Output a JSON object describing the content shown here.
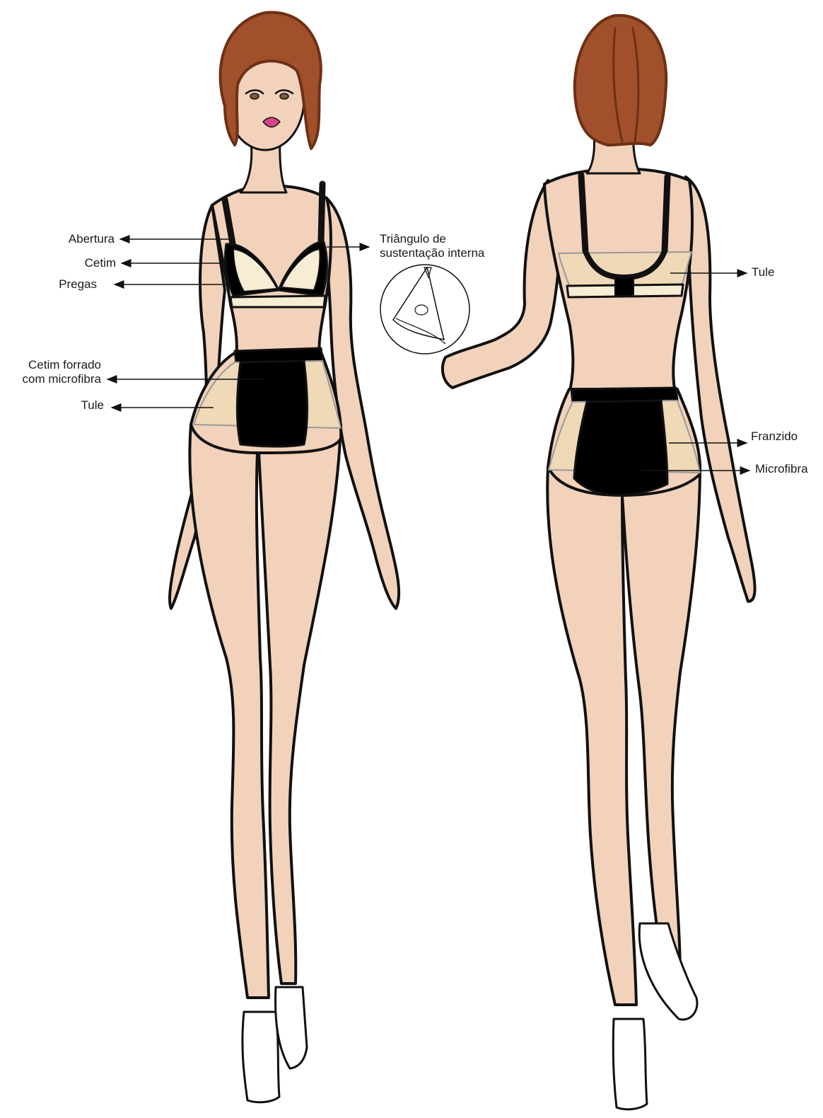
{
  "colors": {
    "skin": "#f2d2bb",
    "skin_shade": "#d9a98c",
    "hair": "#a0502a",
    "hair_dark": "#6e3015",
    "outline": "#111111",
    "satin": "#000000",
    "cream": "#f7ecd4",
    "tulle": "#efd9b7",
    "shoe": "#ffffff",
    "lips": "#d8448a"
  },
  "labels": {
    "front": {
      "abertura": "Abertura",
      "cetim": "Cetim",
      "pregas": "Pregas",
      "cetim_forrado_line1": "Cetim forrado",
      "cetim_forrado_line2": "com microfibra",
      "tule": "Tule"
    },
    "detail": {
      "triangulo_line1": "Triângulo de",
      "triangulo_line2": "sustentação interna"
    },
    "back": {
      "tule": "Tule",
      "franzido": "Franzido",
      "microfibra": "Microfibra"
    }
  }
}
